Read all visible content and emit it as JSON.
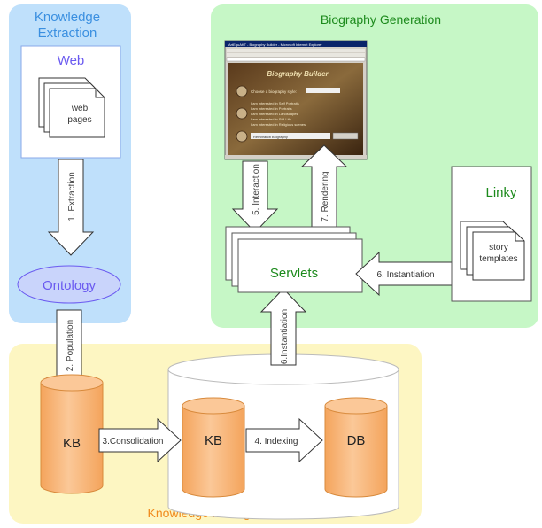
{
  "regions": {
    "knowledge_extraction": {
      "line1": "Knowledge",
      "line2": "Extraction",
      "color": "#bfe0fb",
      "text_color": "#3a8fe0"
    },
    "biography_generation": {
      "title": "Biography Generation",
      "color": "#c6f7c6",
      "text_color": "#1c8a1c"
    },
    "knowledge_management": {
      "title": "Knowledge Management",
      "color": "#fdf6c2",
      "text_color": "#f08a1c"
    }
  },
  "nodes": {
    "web": {
      "title": "Web",
      "doc_line1": "web",
      "doc_line2": "pages",
      "title_color": "#6a5af0"
    },
    "ontology": {
      "label": "Ontology",
      "color": "#6a5af0"
    },
    "kb_left": {
      "label": "KB"
    },
    "kb_middle": {
      "label": "KB"
    },
    "db": {
      "label": "DB"
    },
    "servlets": {
      "label": "Servlets",
      "color": "#1c8a1c"
    },
    "linky": {
      "title": "Linky",
      "doc_line1": "story",
      "doc_line2": "templates",
      "title_color": "#1c8a1c"
    }
  },
  "edges": {
    "extraction": "1. Extraction",
    "population": "2. Population",
    "consolidation": "3.Consolidation",
    "indexing": "4. Indexing",
    "interaction": "5. Interaction",
    "instantiation_up": "6.Instantiation",
    "instantiation_left": "6. Instantiation",
    "rendering": "7. Rendering"
  },
  "screenshot": {
    "title": "Biography Builder",
    "prompt": "Choose a biography style:",
    "option1": "I am interested in Self Portraits",
    "option2": "I am interested in Portraits",
    "option3": "I am interested in Landscapes",
    "option4": "I am interested in Still Life",
    "option5": "I am interested in Religious scenes",
    "footer": "Rembrandt Biography",
    "window_title": "ArtEquAKT - Biography Builder - Microsoft Internet Explorer",
    "icon": "browser-window-screenshot"
  },
  "colors": {
    "cylinder_fill": "#f8b97c",
    "cylinder_stroke": "#d88a3c",
    "arrow_fill": "#ffffff",
    "arrow_stroke": "#333333"
  }
}
